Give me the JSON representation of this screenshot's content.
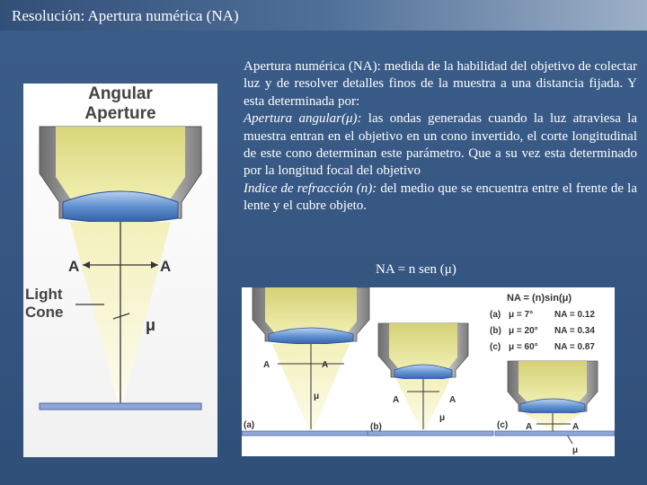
{
  "slide": {
    "title": "Resolución: Apertura numérica (NA)",
    "paragraph1": "Apertura numérica (NA): medida de la habilidad del objetivo de colectar luz  y de resolver detalles finos de la muestra a una distancia fijada. Y esta determinada por:",
    "paragraph2_term": "Apertura angular(μ):",
    "paragraph2_text": " las ondas generadas cuando la luz atraviesa la muestra entran en el objetivo en un cono invertido, el corte longitudinal de este cono determinan este parámetro. Que a su vez esta determinado por la longitud focal del objetivo",
    "paragraph3_term": "Indice de refracción (n):",
    "paragraph3_text": " del medio que se encuentra entre el frente de la lente y el cubre objeto.",
    "formula": "NA = n sen (μ)"
  },
  "figure1": {
    "title_line1": "Angular",
    "title_line2": "Aperture",
    "label_left_a": "A",
    "label_right_a": "A",
    "light_line1": "Light",
    "light_line2": "Cone",
    "mu": "μ"
  },
  "figure2": {
    "formula": "NA = (n)sin(μ)",
    "rows": [
      {
        "label": "(a)",
        "mu": "μ = 7°",
        "na": "NA = 0.12"
      },
      {
        "label": "(b)",
        "mu": "μ = 20°",
        "na": "NA = 0.34"
      },
      {
        "label": "(c)",
        "mu": "μ = 60°",
        "na": "NA = 0.87"
      }
    ],
    "panels": [
      {
        "label": "(a)",
        "a": "A",
        "mu": "μ"
      },
      {
        "label": "(b)",
        "a": "A",
        "mu": "μ"
      },
      {
        "label": "(c)",
        "a": "A",
        "mu": "μ"
      }
    ]
  }
}
